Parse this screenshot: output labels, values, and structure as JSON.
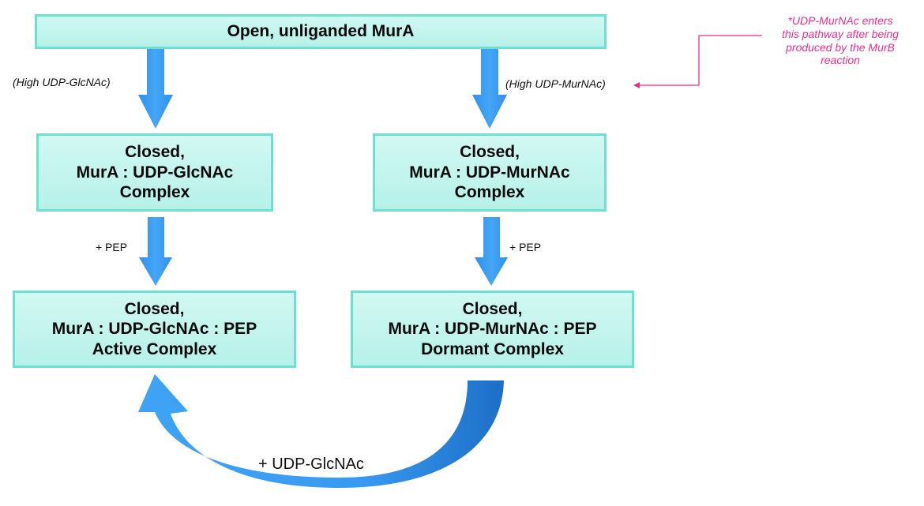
{
  "nodes": {
    "top": {
      "lines": [
        "Open, unliganded MurA"
      ]
    },
    "left_mid": {
      "lines": [
        "Closed,",
        "MurA : UDP-GlcNAc",
        "Complex"
      ]
    },
    "right_mid": {
      "lines": [
        "Closed,",
        "MurA : UDP-MurNAc",
        "Complex"
      ]
    },
    "left_bot": {
      "lines": [
        "Closed,",
        "MurA : UDP-GlcNAc : PEP",
        "Active Complex"
      ]
    },
    "right_bot": {
      "lines": [
        "Closed,",
        "MurA : UDP-MurNAc : PEP",
        "Dormant Complex"
      ]
    }
  },
  "edges": {
    "top_to_left": {
      "label": "(High UDP-GlcNAc)"
    },
    "top_to_right": {
      "label": "(High UDP-MurNAc)"
    },
    "left_pep": {
      "label": "+ PEP"
    },
    "right_pep": {
      "label": "+ PEP"
    },
    "bottom_curve": {
      "label": "+ UDP-GlcNAc"
    }
  },
  "note": {
    "lines": [
      "*UDP-MurNAc enters",
      "this pathway after being",
      "produced by the MurB",
      "reaction"
    ]
  },
  "colors": {
    "box_fill": "#c4f4ed",
    "box_border": "#6ee0cf",
    "arrow": "#3a9af2",
    "note_text": "#ea2e8e"
  }
}
